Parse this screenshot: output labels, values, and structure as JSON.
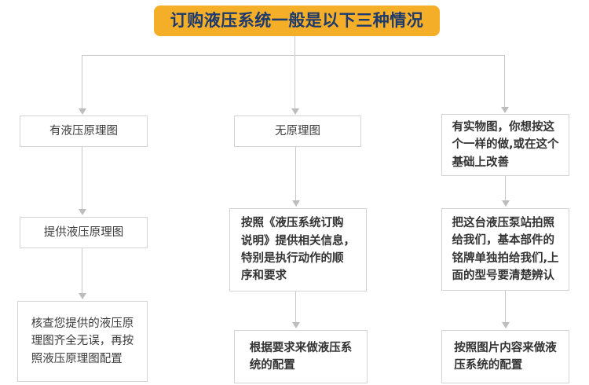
{
  "title": {
    "text": "订购液压系统一般是以下三种情况",
    "background_color": "#f5ae28",
    "text_color": "#1c3a6e"
  },
  "theme": {
    "box_border_color": "#d4d4d4",
    "connector_color": "#c9c9c9",
    "arrow_color": "#bdbdbd",
    "text_color": "#3c3c3c",
    "page_background": "#ffffff"
  },
  "branches": [
    {
      "id": "branch-1",
      "steps": [
        {
          "id": "b1-s1",
          "text": "有液压原理图"
        },
        {
          "id": "b1-s2",
          "text": "提供液压原理图"
        },
        {
          "id": "b1-s3",
          "text": "核查您提供的液压原\n理图齐全无误，再按\n照液压原理图配置"
        }
      ]
    },
    {
      "id": "branch-2",
      "steps": [
        {
          "id": "b2-s1",
          "text": "无原理图"
        },
        {
          "id": "b2-s2",
          "text": "按照《液压系统订购\n说明》提供相关信息，\n特别是执行动作的顺\n序和要求"
        },
        {
          "id": "b2-s3",
          "text": "根据要求来做液压系\n统的配置"
        }
      ]
    },
    {
      "id": "branch-3",
      "steps": [
        {
          "id": "b3-s1",
          "text": "有实物图，你想按这\n个一样的做,或在这个\n基础上改善"
        },
        {
          "id": "b3-s2",
          "text": "把这台液压泵站拍照\n给我们，基本部件的\n铭牌单独拍给我们,上\n面的型号要清楚辨认"
        },
        {
          "id": "b3-s3",
          "text": "按照图片内容来做液\n压系统的配置"
        }
      ]
    }
  ]
}
